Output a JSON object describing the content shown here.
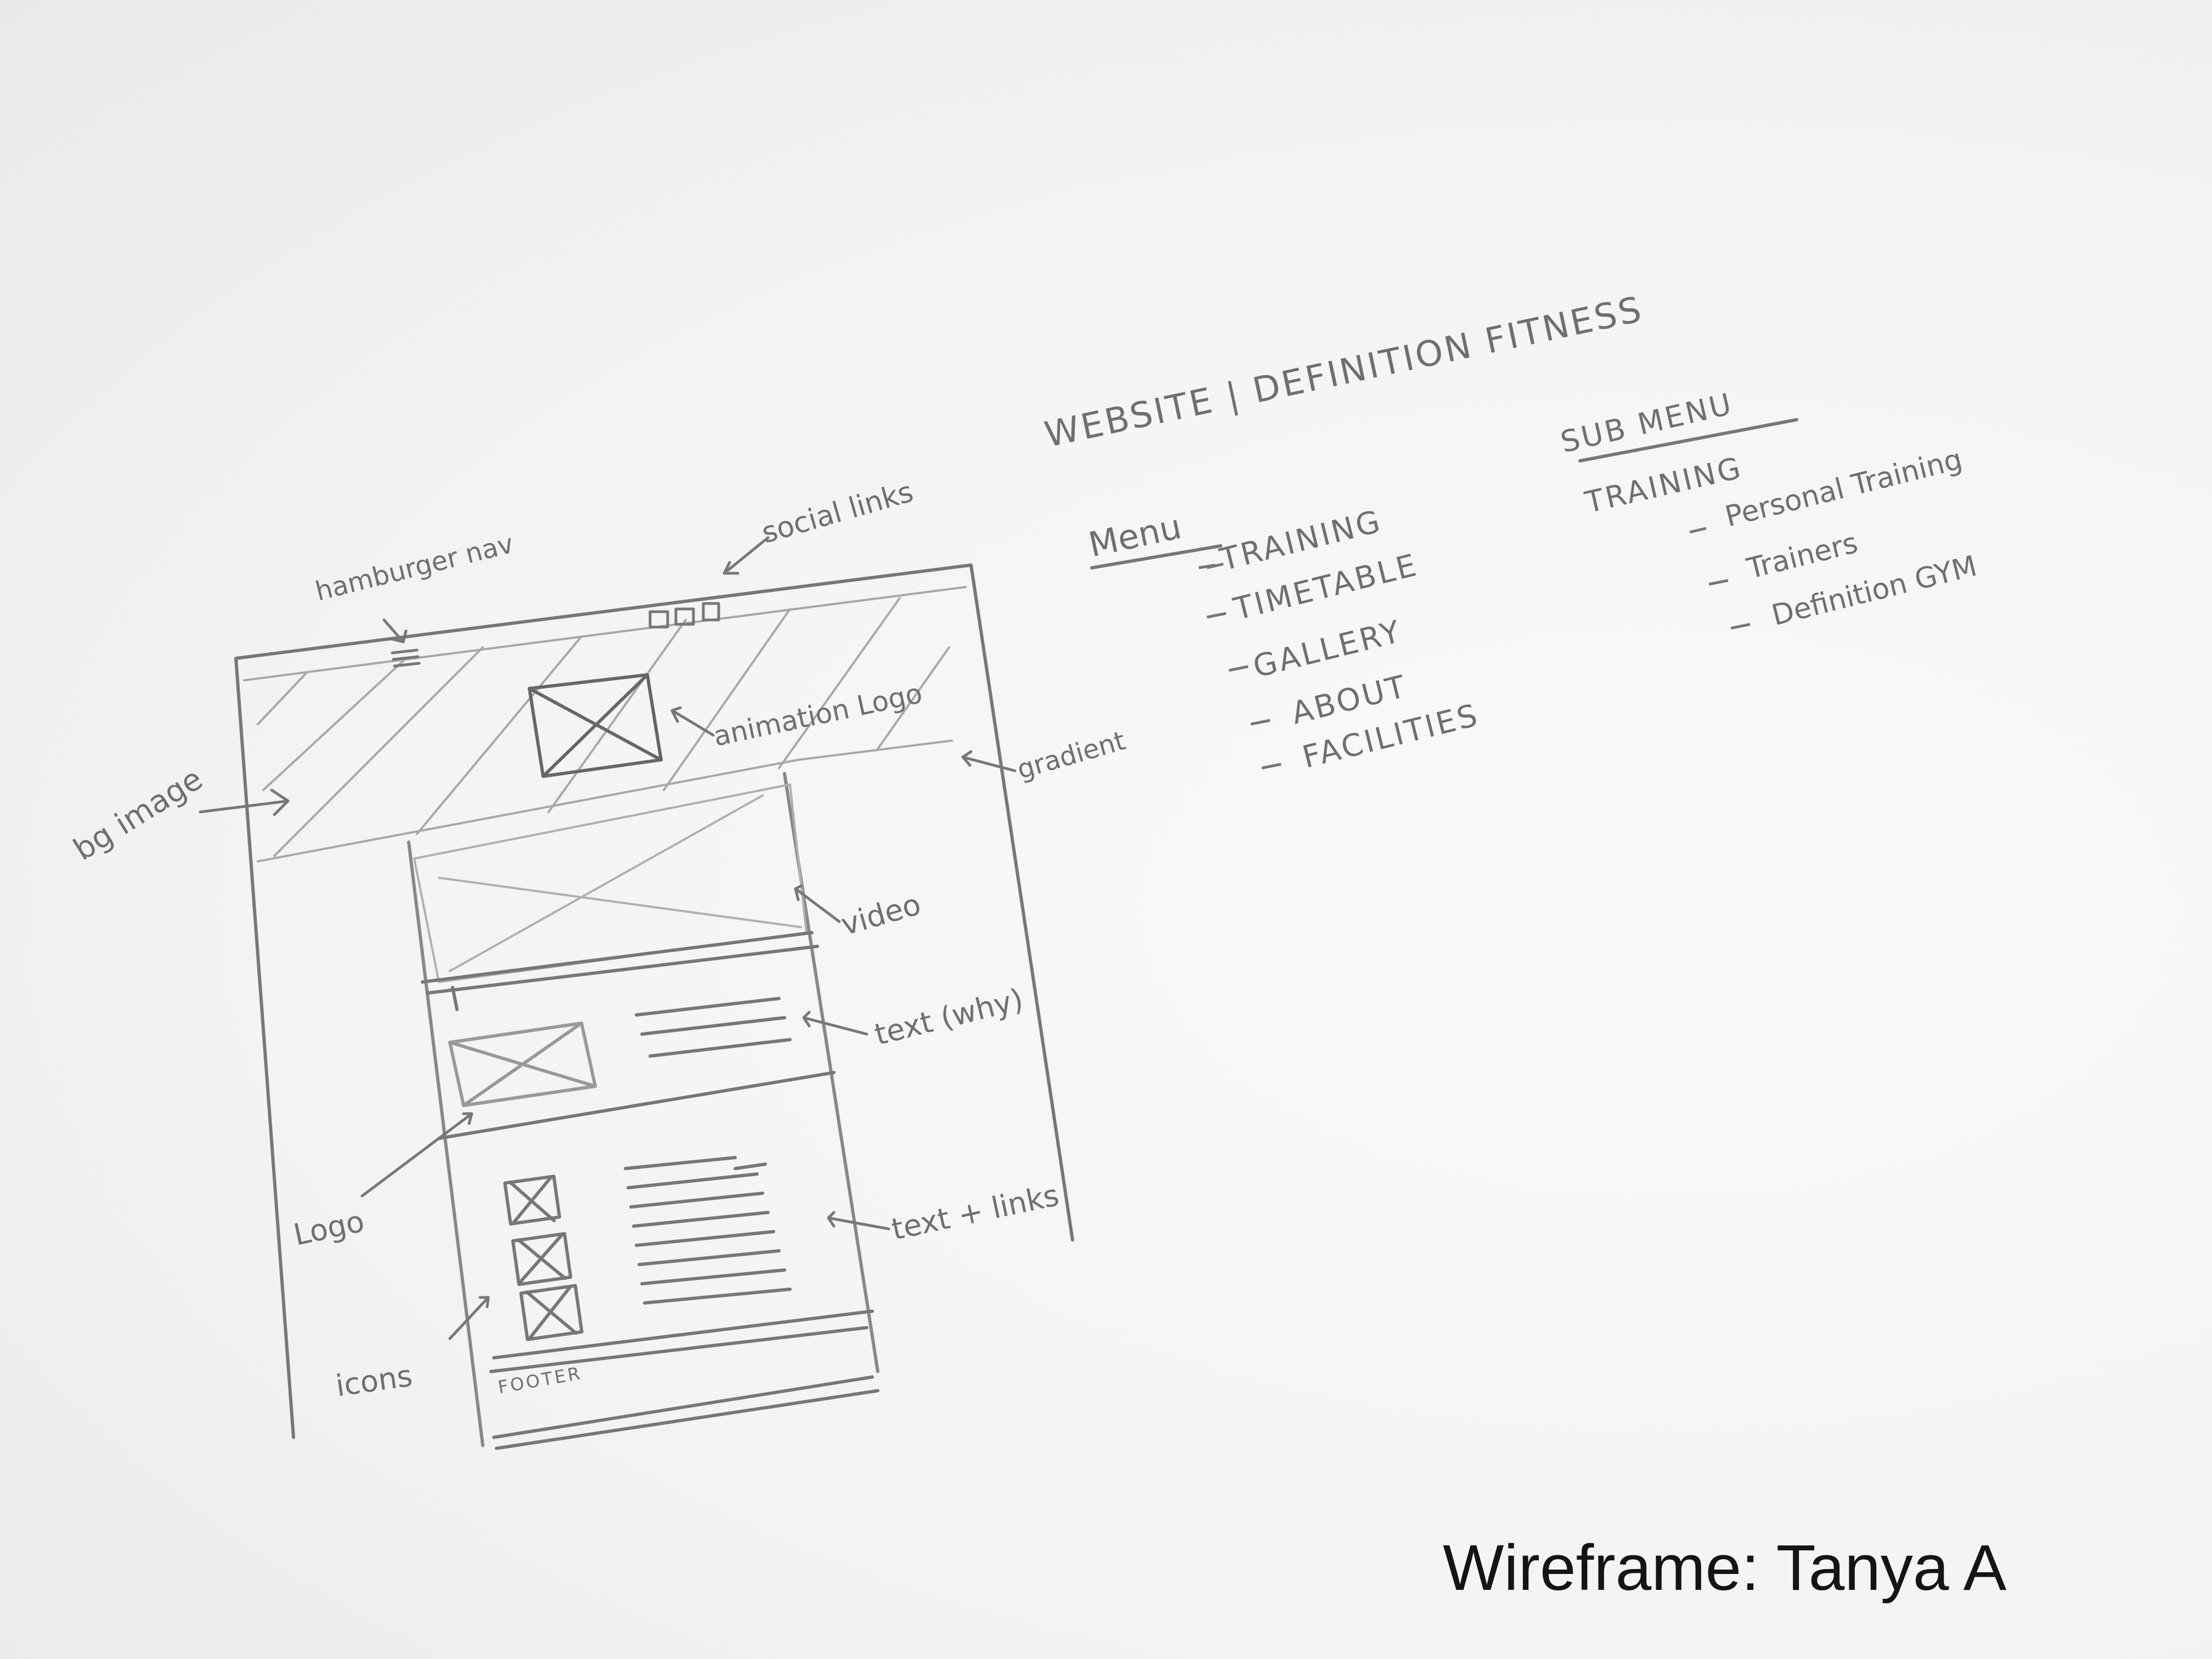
{
  "title": "WEBSITE | DEFINITION FITNESS",
  "annotations": {
    "hamburger_nav": "hamburger nav",
    "social_links": "social links",
    "bg_image": "bg image",
    "animation_logo": "animation Logo",
    "gradient": "gradient",
    "video": "video",
    "text_why": "text (why)",
    "logo": "Logo",
    "text_links": "text + links",
    "icons": "icons",
    "footer": "FOOTER"
  },
  "menu": {
    "heading": "Menu",
    "items": [
      "TRAINING",
      "TIMETABLE",
      "GALLERY",
      "ABOUT",
      "FACILITIES"
    ]
  },
  "sub_menu": {
    "heading": "SUB MENU",
    "parent": "TRAINING",
    "items": [
      "Personal Training",
      "Trainers",
      "Definition GYM"
    ]
  },
  "caption": "Wireframe: Tanya A"
}
